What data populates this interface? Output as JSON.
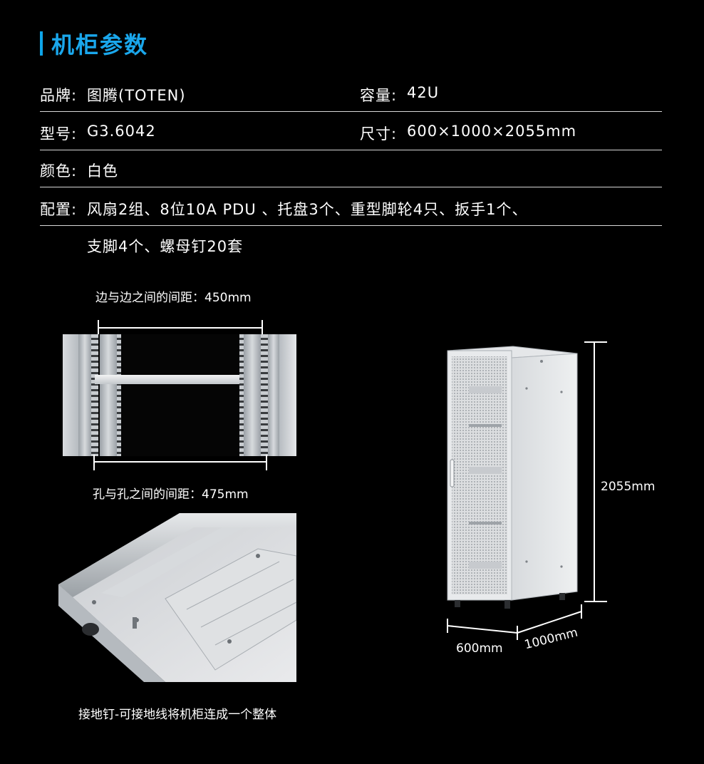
{
  "heading": "机柜参数",
  "specs": {
    "brand": {
      "label": "品牌:",
      "value": "图腾(TOTEN)"
    },
    "capacity": {
      "label": "容量:",
      "value": "42U"
    },
    "model": {
      "label": "型号:",
      "value": "G3.6042"
    },
    "size": {
      "label": "尺寸:",
      "value": "600×1000×2055mm"
    },
    "color": {
      "label": "颜色:",
      "value": "白色"
    },
    "config": {
      "label": "配置:",
      "line1": "风扇2组、8位10A PDU 、托盘3个、重型脚轮4只、扳手1个、",
      "line2": "支脚4个、螺母钉20套"
    }
  },
  "captions": {
    "edge_distance": "边与边之间的间距：450mm",
    "hole_distance": "孔与孔之间的间距：475mm",
    "ground_screw": "接地钉-可接地线将机柜连成一个整体"
  },
  "dimensions": {
    "height": "2055mm",
    "width": "600mm",
    "depth": "1000mm"
  },
  "colors": {
    "accent": "#1aa7ec",
    "background": "#000000"
  }
}
